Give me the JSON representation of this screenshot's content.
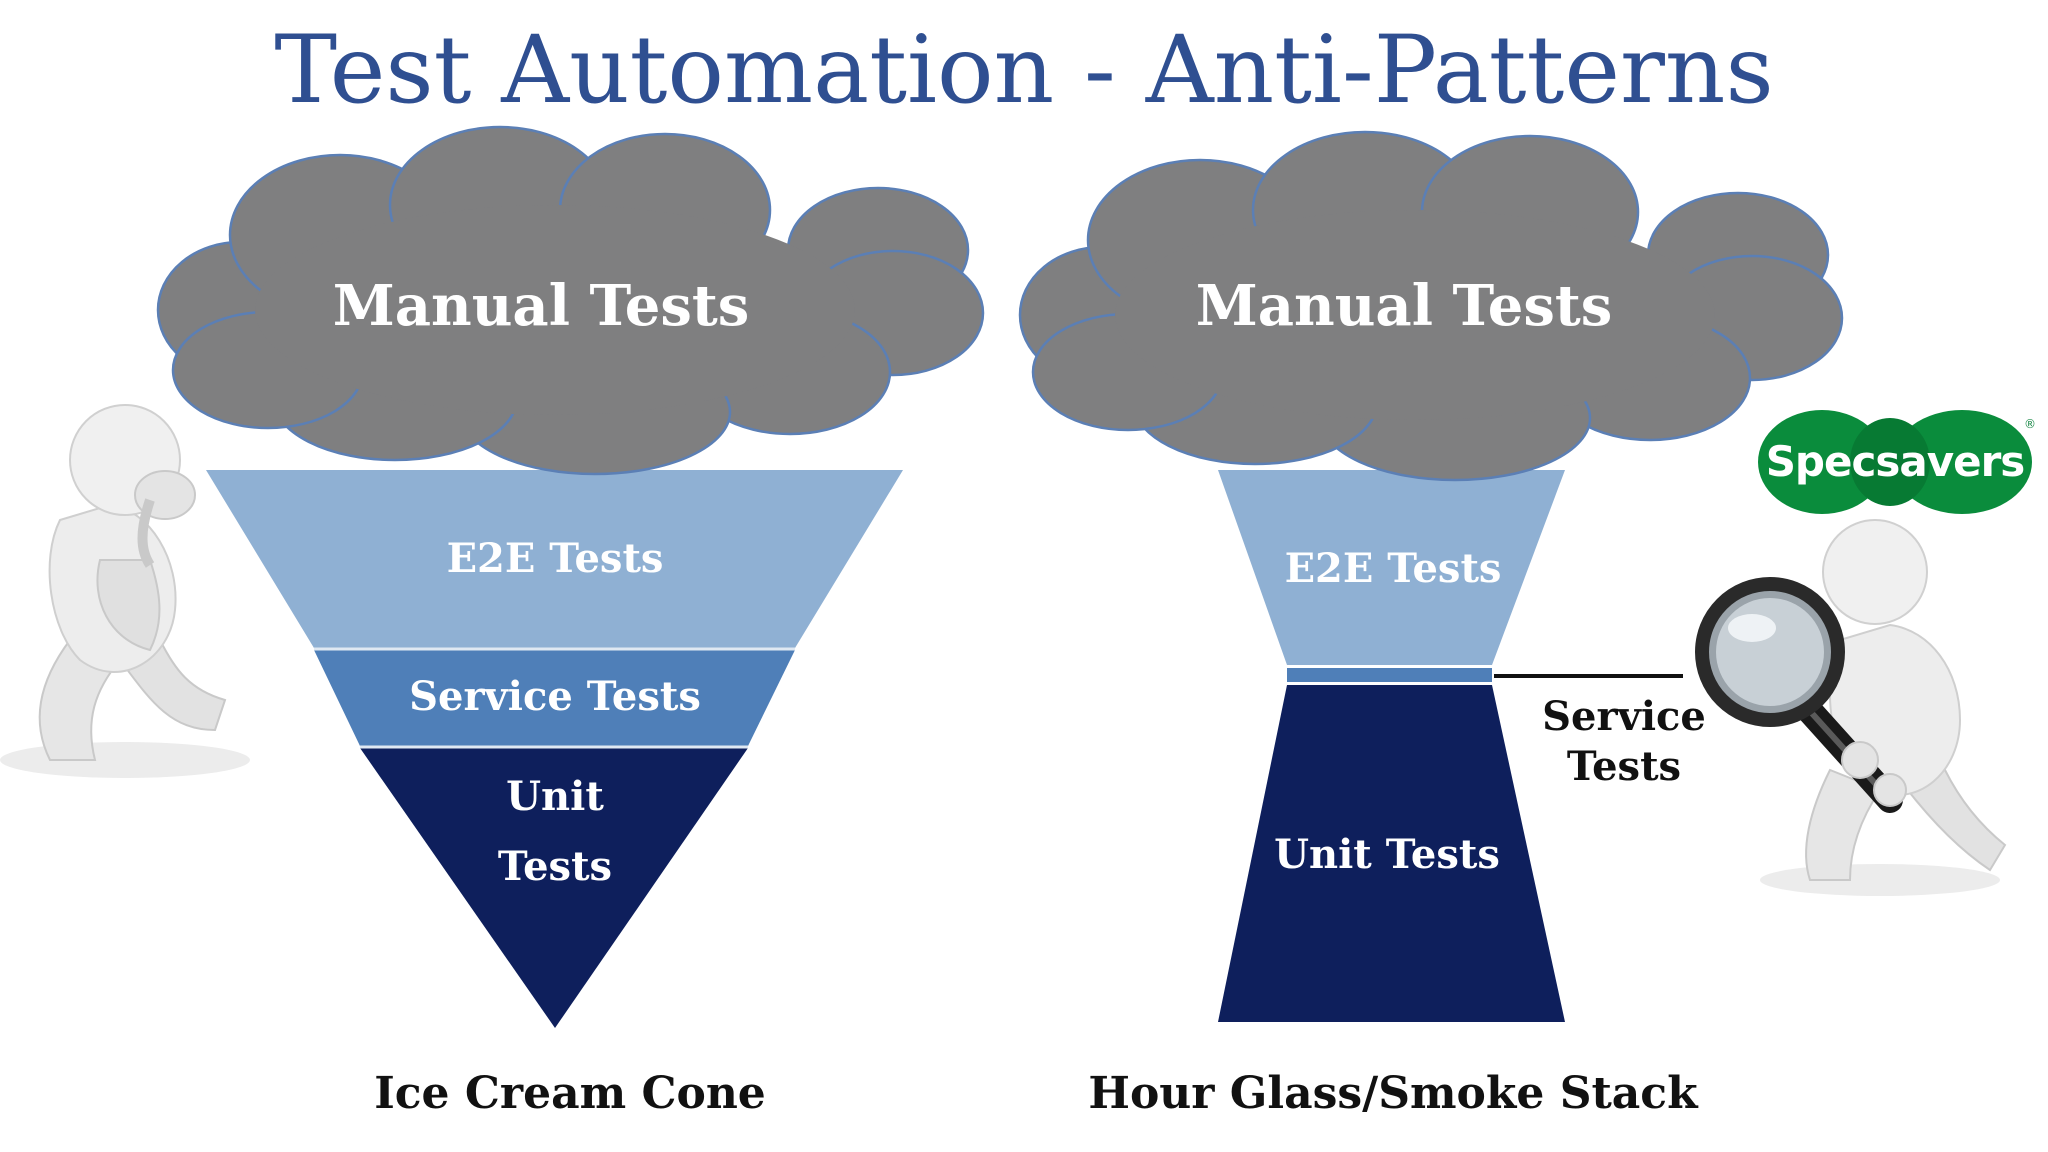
{
  "title": "Test Automation - Anti-Patterns",
  "left_diagram": {
    "cloud_label": "Manual Tests",
    "e2e_label": "E2E Tests",
    "service_label": "Service Tests",
    "unit_label_line1": "Unit",
    "unit_label_line2": "Tests",
    "caption": "Ice Cream Cone"
  },
  "right_diagram": {
    "cloud_label": "Manual Tests",
    "e2e_label": "E2E Tests",
    "service_label_line1": "Service",
    "service_label_line2": "Tests",
    "unit_label": "Unit Tests",
    "caption": "Hour Glass/Smoke Stack"
  },
  "logo": {
    "text": "Specsavers",
    "registered_mark": "®"
  },
  "colors": {
    "title": "#2f4f91",
    "cloud_fill": "#7f7f80",
    "cloud_stroke": "#5b7fb5",
    "e2e_band": "#8fb0d3",
    "service_band": "#4f7fb8",
    "unit_band": "#0e1f5c",
    "logo_green": "#0a8c3c"
  }
}
